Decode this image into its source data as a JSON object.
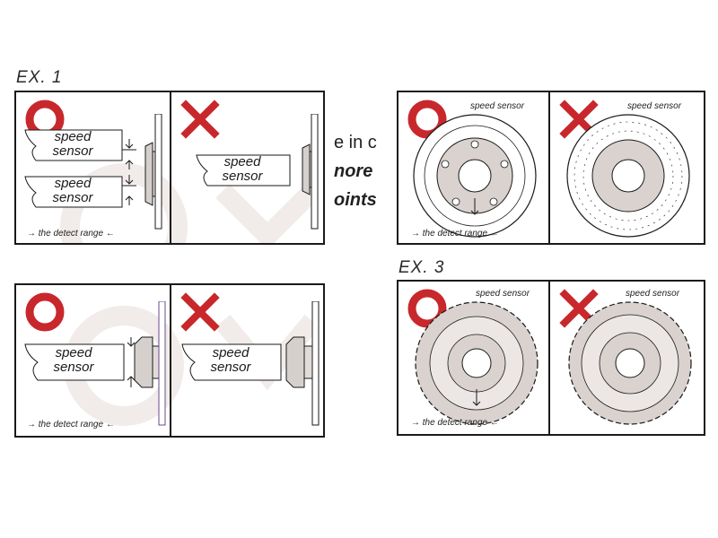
{
  "examples": {
    "ex1_label": "EX. 1",
    "ex3_label": "EX. 3"
  },
  "sensor_text": {
    "line1": "speed",
    "line2": "sensor",
    "inline": "speed sensor"
  },
  "detect_range_note": "the detect range",
  "arrow_right": "→",
  "arrow_left": "←",
  "fragments": {
    "line1": "e in c",
    "line2": "nore",
    "line3": "oints"
  },
  "marks": {
    "ok_icon": "circle-ok-icon",
    "ng_icon": "cross-ng-icon"
  },
  "colors": {
    "ok_mark": "#c8282c",
    "ng_mark": "#c8282c",
    "disc_fill": "#d9d2cf",
    "line": "#1a1a1a",
    "watermark": "#f1ece9"
  }
}
